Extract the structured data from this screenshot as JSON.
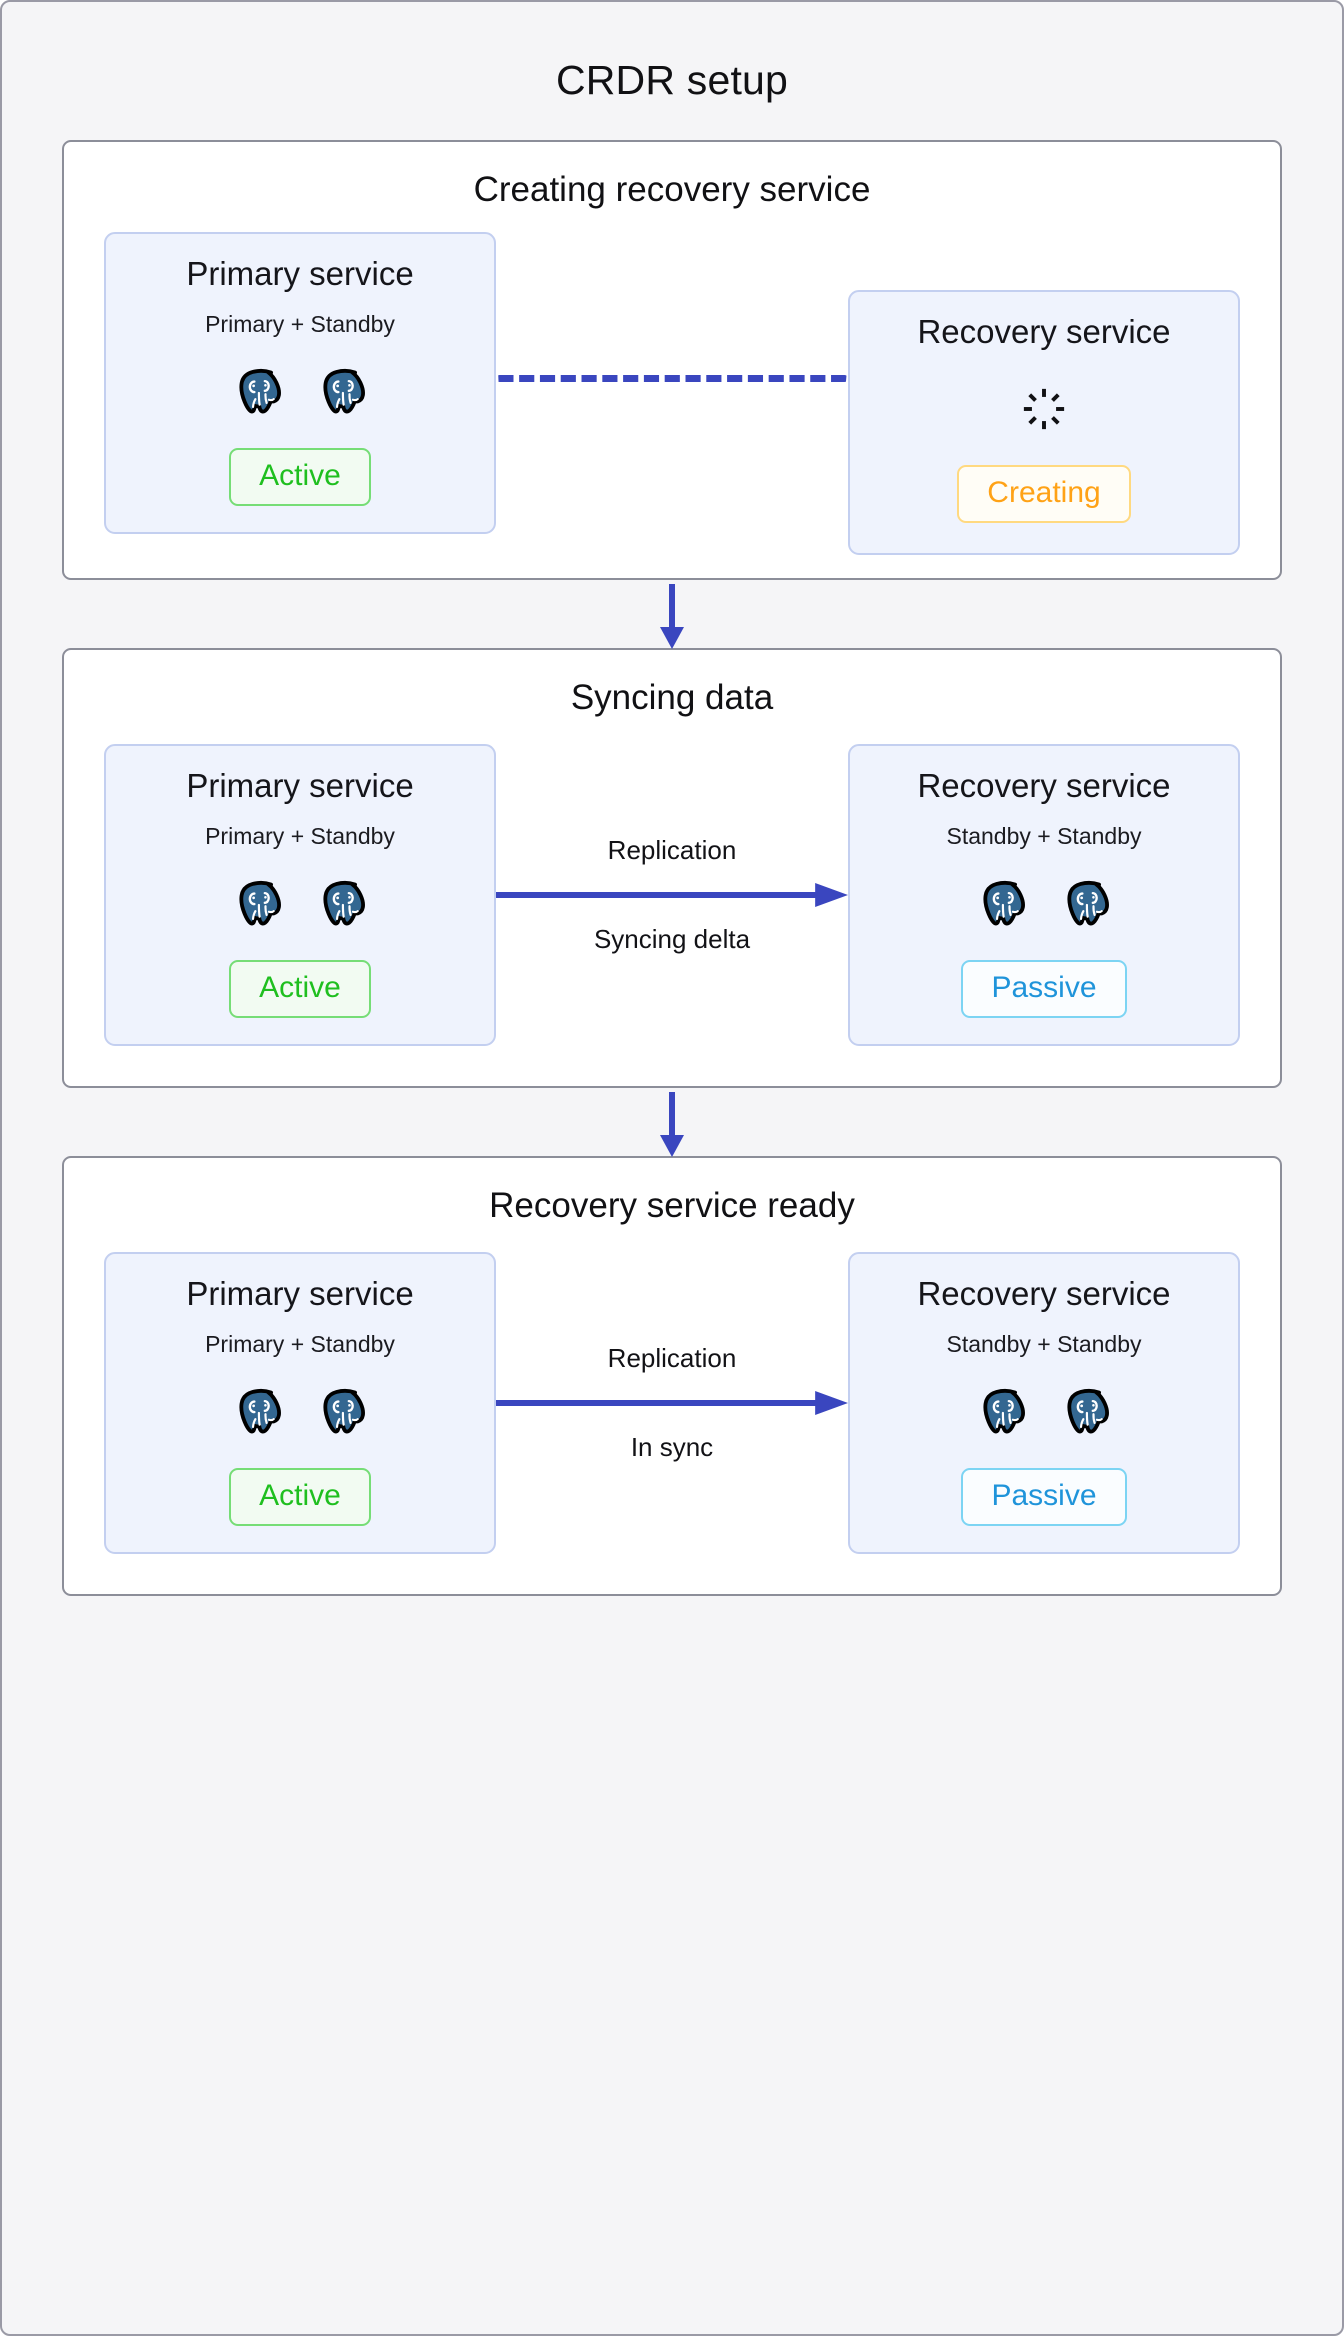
{
  "title": "CRDR setup",
  "colors": {
    "page_background": "#f5f5f7",
    "panel_border": "#8c8e99",
    "card_background": "#eff3fd",
    "card_border": "#c3cff0",
    "arrow": "#3a46bf",
    "active": "#1fbf1f",
    "passive": "#1f94da",
    "creating": "#ffa216"
  },
  "stages": [
    {
      "title": "Creating recovery service",
      "left": {
        "name": "Primary service",
        "sub": "Primary + Standby",
        "nodes": 2,
        "badge": "Active",
        "badge_kind": "active"
      },
      "connector": {
        "kind": "dashed",
        "top_label": "",
        "bottom_label": ""
      },
      "right": {
        "name": "Recovery service",
        "sub": "",
        "nodes": 0,
        "spinner": "loading-spinner",
        "badge": "Creating",
        "badge_kind": "creating"
      }
    },
    {
      "title": "Syncing data",
      "left": {
        "name": "Primary service",
        "sub": "Primary + Standby",
        "nodes": 2,
        "badge": "Active",
        "badge_kind": "active"
      },
      "connector": {
        "kind": "arrow",
        "top_label": "Replication",
        "bottom_label": "Syncing delta"
      },
      "right": {
        "name": "Recovery service",
        "sub": "Standby + Standby",
        "nodes": 2,
        "badge": "Passive",
        "badge_kind": "passive"
      }
    },
    {
      "title": "Recovery service ready",
      "left": {
        "name": "Primary service",
        "sub": "Primary + Standby",
        "nodes": 2,
        "badge": "Active",
        "badge_kind": "active"
      },
      "connector": {
        "kind": "arrow",
        "top_label": "Replication",
        "bottom_label": "In sync"
      },
      "right": {
        "name": "Recovery service",
        "sub": "Standby + Standby",
        "nodes": 2,
        "badge": "Passive",
        "badge_kind": "passive"
      }
    }
  ],
  "icons": {
    "node": "postgresql-elephant-icon",
    "spinner": "loading-spinner-icon",
    "flow": "down-arrow-icon"
  }
}
